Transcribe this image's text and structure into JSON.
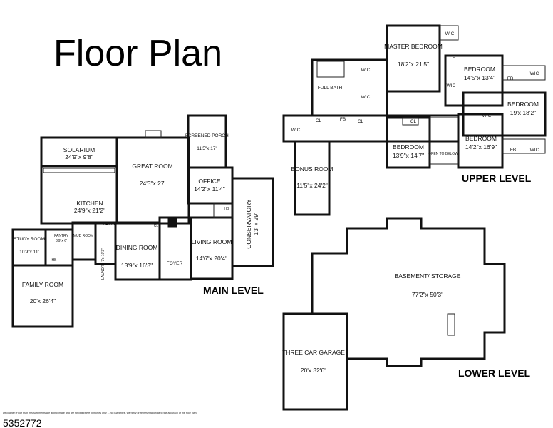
{
  "title": "Floor Plan",
  "listing_number": "5352772",
  "disclaimer": "Disclaimer: Floor Plan measurements are approximate and are for illustrative purposes only ... no guarantee, warranty or representation as to the accuracy of the floor plan.",
  "levels": {
    "main": {
      "heading": "MAIN LEVEL",
      "rooms": [
        {
          "name": "SOLARIUM",
          "dims": "24'9\"x 9'8\""
        },
        {
          "name": "GREAT ROOM",
          "dims": "24'3\"x 27'"
        },
        {
          "name": "SCREENED PORCH",
          "dims": "11'5\"x 17'"
        },
        {
          "name": "KITCHEN",
          "dims": "24'9\"x 21'2\""
        },
        {
          "name": "OFFICE",
          "dims": "14'2\"x 11'4\""
        },
        {
          "name": "CONSERVATORY",
          "dims": "13' x 29'"
        },
        {
          "name": "STUDY ROOM",
          "dims": "10'9\"x 11'"
        },
        {
          "name": "PANTRY",
          "dims": "8'9\"x 6'"
        },
        {
          "name": "DINING ROOM",
          "dims": "13'9\"x 16'3\""
        },
        {
          "name": "LIVING ROOM",
          "dims": "14'6\"x 20'4\""
        },
        {
          "name": "FAMILY ROOM",
          "dims": "20'x 26'4\""
        }
      ],
      "small_labels": [
        "MUD ROOM",
        "PANTRY",
        "LAUNDRY 7'x 10'3\"",
        "FOYER",
        "HB",
        "HB",
        "CL"
      ]
    },
    "upper": {
      "heading": "UPPER LEVEL",
      "rooms": [
        {
          "name": "MASTER BEDROOM",
          "dims": "18'2\"x 21'5\""
        },
        {
          "name": "BEDROOM",
          "dims": "14'5\"x 13'4\""
        },
        {
          "name": "BEDROOM",
          "dims": "19'x 18'2\""
        },
        {
          "name": "BEDROOM",
          "dims": "14'2\"x 16'9\""
        },
        {
          "name": "BEDROOM",
          "dims": "13'9\"x 14'7\""
        },
        {
          "name": "BONUS ROOM",
          "dims": "11'5\"x 24'2\""
        }
      ],
      "small_labels": [
        "FULL BATH",
        "WIC",
        "FB",
        "CL",
        "OPEN TO BELOW"
      ]
    },
    "lower": {
      "heading": "LOWER LEVEL",
      "rooms": [
        {
          "name": "BASEMENT/ STORAGE",
          "dims": "77'2\"x 50'3\""
        },
        {
          "name": "THREE CAR GARAGE",
          "dims": "20'x 32'6\""
        }
      ]
    }
  }
}
